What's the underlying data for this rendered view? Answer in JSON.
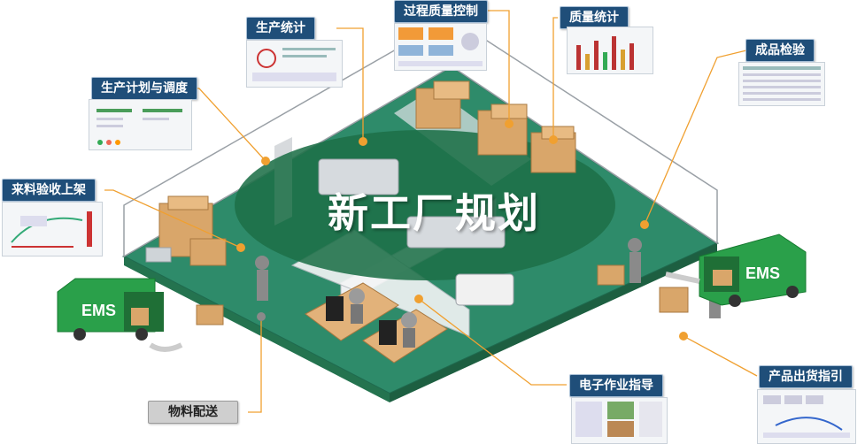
{
  "title": "新工厂规划",
  "labels": {
    "production_stats": "生产统计",
    "process_quality": "过程质量控制",
    "quality_stats": "质量统计",
    "finished_inspection": "成品检验",
    "production_plan": "生产计划与调度",
    "incoming_inspection": "来料验收上架",
    "material_delivery": "物料配送",
    "electronic_sop": "电子作业指导",
    "shipping_guide": "产品出货指引"
  },
  "truck_text": "EMS",
  "colors": {
    "floor": "#2e8b6a",
    "ellipse": "#1e7048",
    "label_bg": "#1f4e79",
    "leader": "#f0a030",
    "box": "#d9a66a"
  }
}
